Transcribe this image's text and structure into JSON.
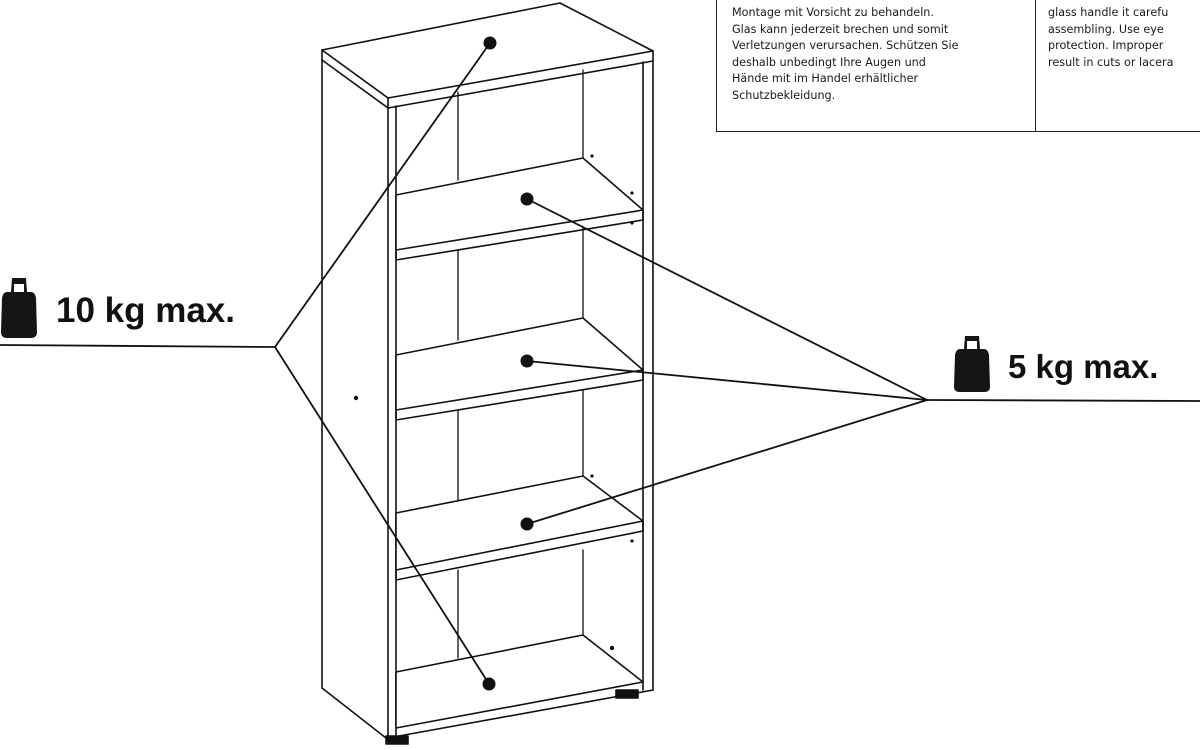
{
  "labels": {
    "heavy_load": "10 kg max.",
    "light_load": "5 kg max."
  },
  "warning": {
    "german_lines": [
      "Montage mit Vorsicht zu behandeln.",
      "Glas kann jederzeit brechen und somit",
      "Verletzungen verursachen. Schützen Sie",
      "deshalb unbedingt Ihre Augen und",
      "Hände mit im Handel erhältlicher",
      "Schutzbekleidung."
    ],
    "english_lines": [
      "glass handle it carefu",
      "assembling. Use eye",
      "protection. Improper",
      "result in cuts or lacera"
    ]
  },
  "colors": {
    "line": "#111111",
    "background": "#ffffff"
  },
  "icons": {
    "weight": "weight-icon"
  }
}
